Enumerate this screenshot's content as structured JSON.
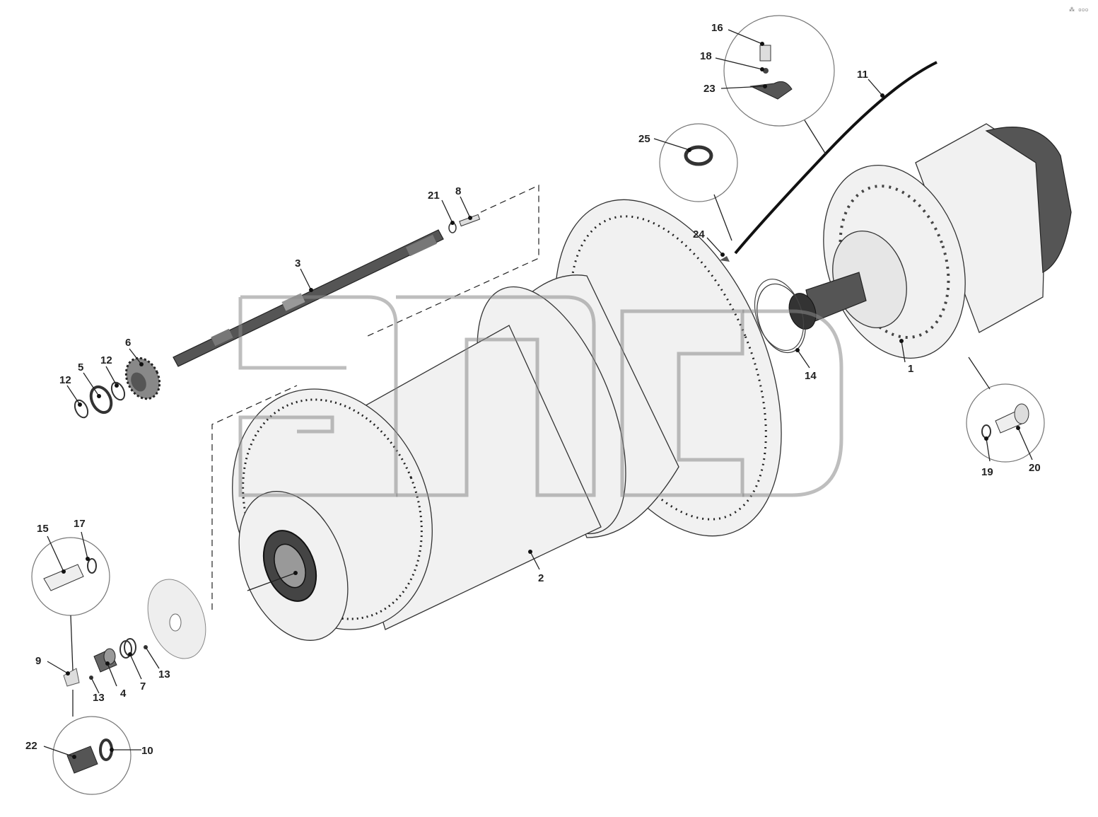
{
  "corner_mark": "⁂ ▫▫▫",
  "callouts": {
    "c1": "1",
    "c2": "2",
    "c3": "3",
    "c4": "4",
    "c5": "5",
    "c6": "6",
    "c7": "7",
    "c8": "8",
    "c9": "9",
    "c10": "10",
    "c11": "11",
    "c12a": "12",
    "c12b": "12",
    "c13a": "13",
    "c13b": "13",
    "c14": "14",
    "c15": "15",
    "c16": "16",
    "c17": "17",
    "c18": "18",
    "c19": "19",
    "c20": "20",
    "c21": "21",
    "c22": "22",
    "c23": "23",
    "c24": "24",
    "c25": "25"
  },
  "colors": {
    "ink": "#222222",
    "part_fill": "#f1f1f1",
    "watermark": "#888888"
  }
}
